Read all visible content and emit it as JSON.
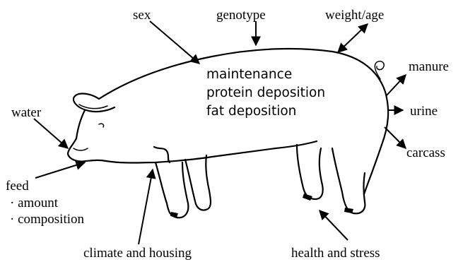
{
  "diagram": {
    "labels": {
      "sex": "sex",
      "genotype": "genotype",
      "weight_age": "weight/age",
      "manure": "manure",
      "urine": "urine",
      "carcass": "carcass",
      "water": "water",
      "feed": "feed",
      "feed_amount": "· amount",
      "feed_composition": "· composition",
      "climate": "climate and housing",
      "health": "health and stress",
      "process_maintenance": "maintenance",
      "process_protein": "protein deposition",
      "process_fat": "fat deposition"
    }
  }
}
